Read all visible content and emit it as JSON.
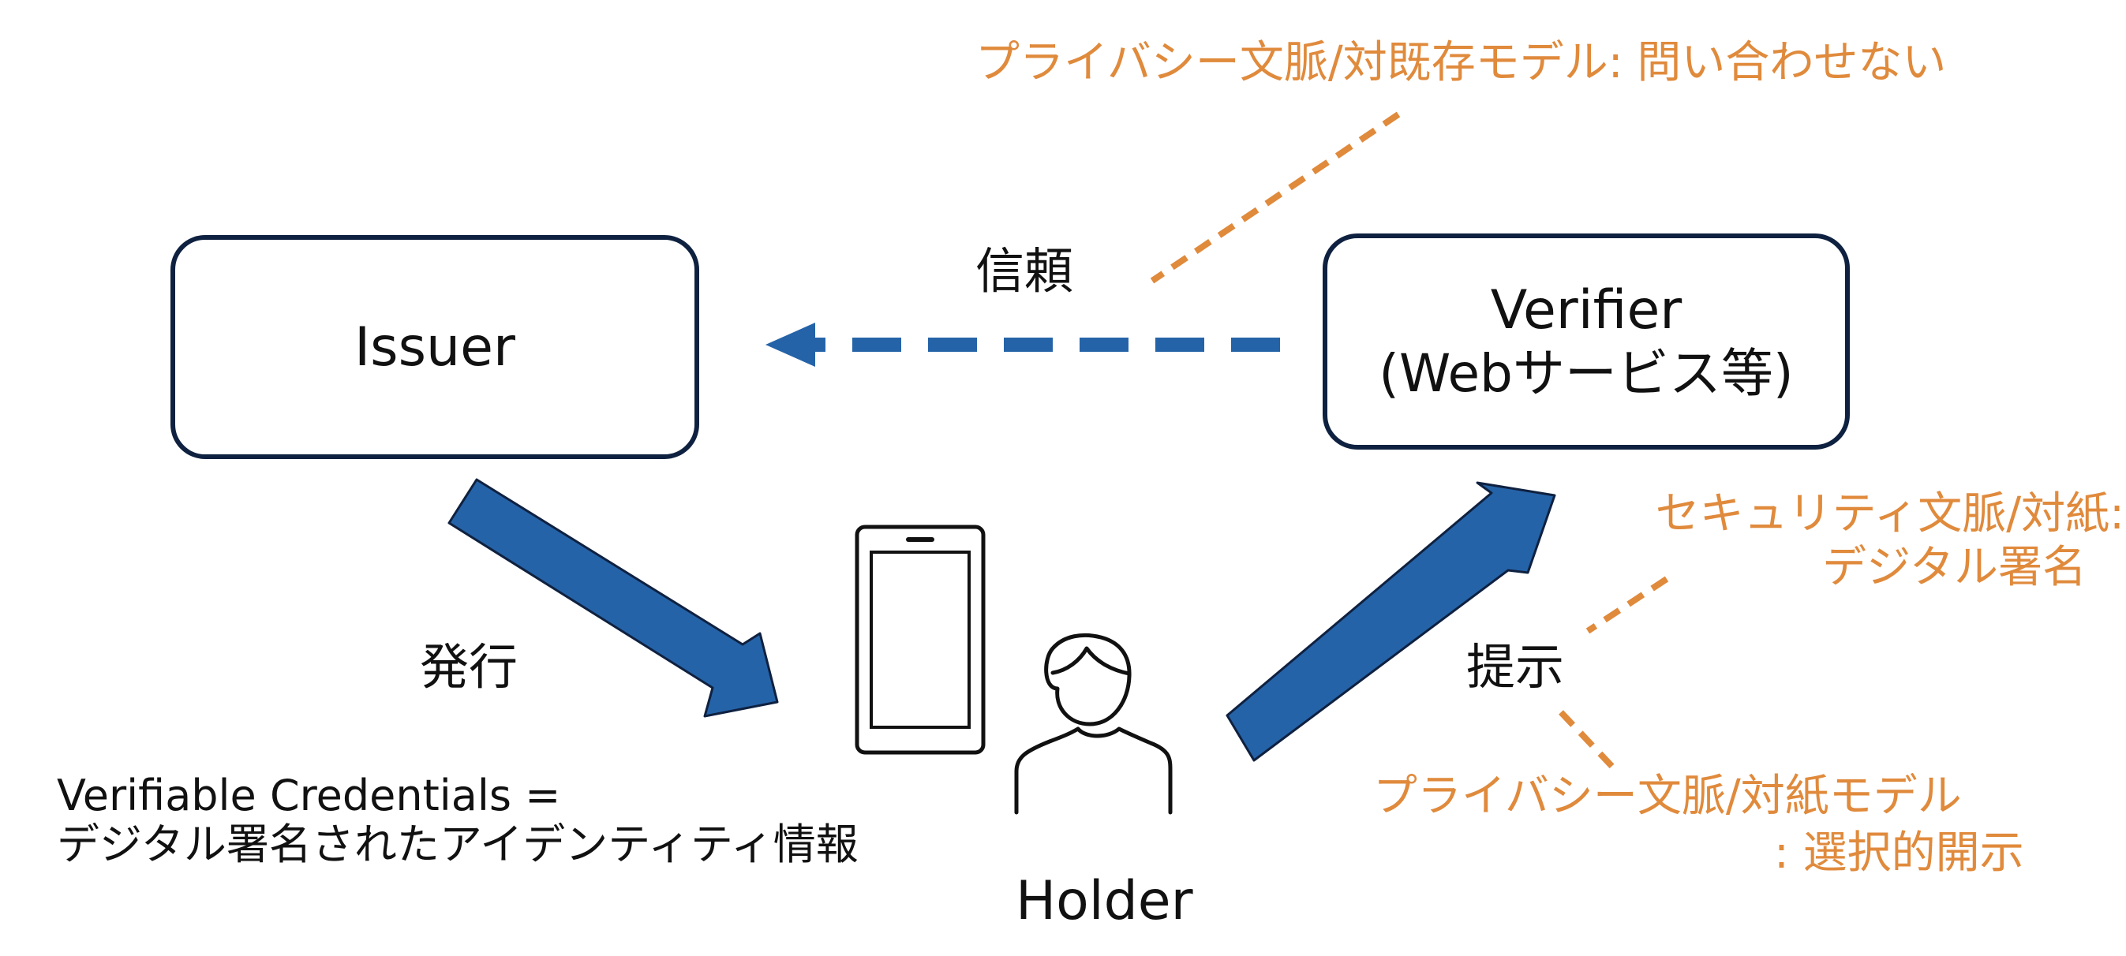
{
  "nodes": {
    "issuer": {
      "label": "Issuer"
    },
    "verifier": {
      "line1": "Verifier",
      "line2": "(Webサービス等)"
    },
    "holder": {
      "label": "Holder"
    }
  },
  "edges": {
    "trust": {
      "label": "信頼"
    },
    "issue": {
      "label": "発行"
    },
    "present": {
      "label": "提示"
    }
  },
  "notes": {
    "privacy_verifier": "プライバシー文脈/対既存モデル: 問い合わせない",
    "security": {
      "line1": "セキュリティ文脈/対紙:",
      "line2": "デジタル署名"
    },
    "privacy_present": {
      "line1": "プライバシー文脈/対紙モデル",
      "line2": ": 選択的開示"
    },
    "vc_definition": {
      "line1": "Verifiable Credentials =",
      "line2": "デジタル署名されたアイデンティティ情報"
    }
  },
  "colors": {
    "arrow_fill": "#2563a8",
    "arrow_outline": "#0f2140",
    "node_border": "#0f2140",
    "annotation": "#e08a3c",
    "text": "#111111"
  },
  "icons": {
    "device": "smartphone-icon",
    "person": "person-icon"
  }
}
